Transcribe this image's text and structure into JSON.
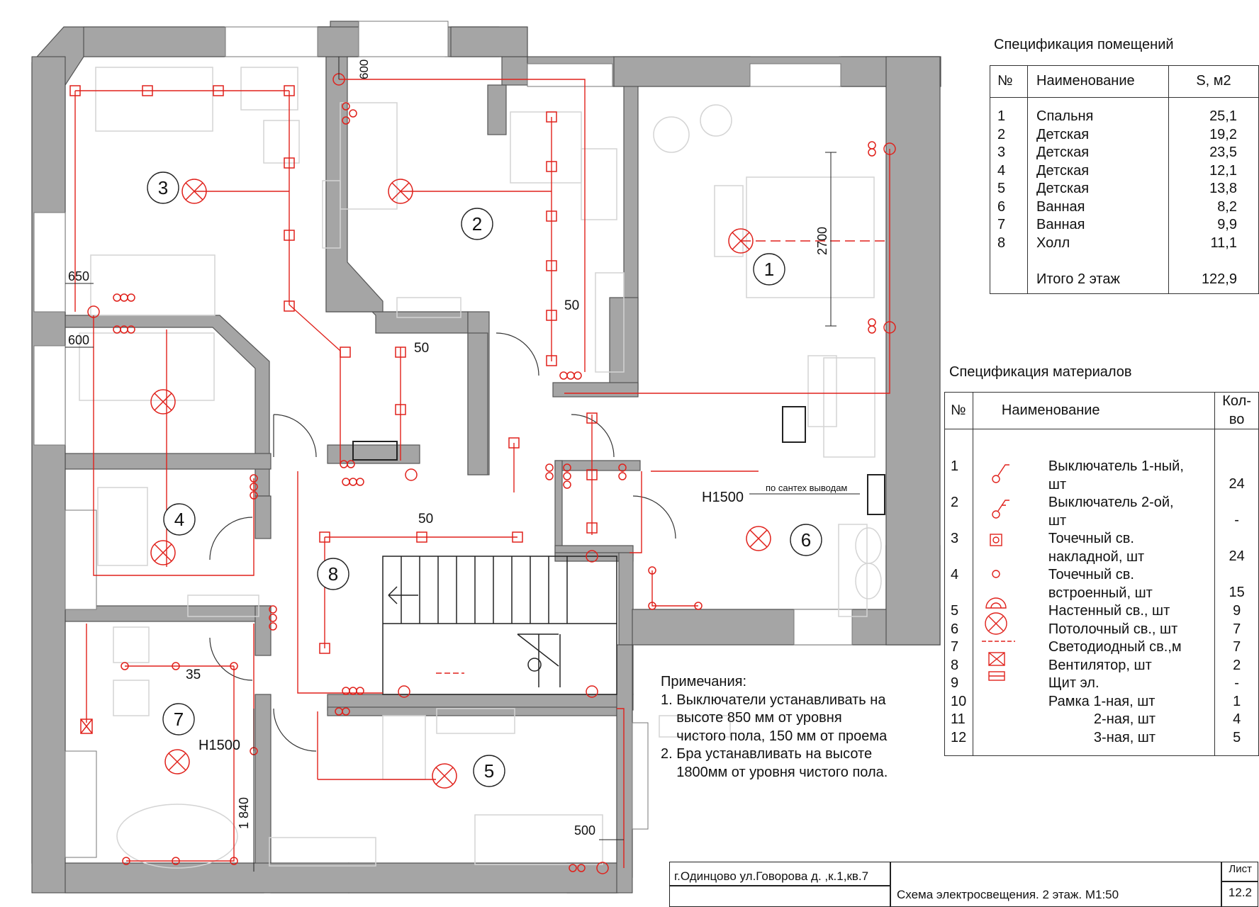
{
  "rooms_spec": {
    "title": "Спецификация помещений",
    "headers": {
      "num": "№",
      "name": "Наименование",
      "area": "S, м2"
    },
    "rows": [
      {
        "num": "1",
        "name": "Спальня",
        "area": "25,1"
      },
      {
        "num": "2",
        "name": "Детская",
        "area": "19,2"
      },
      {
        "num": "3",
        "name": "Детская",
        "area": "23,5"
      },
      {
        "num": "4",
        "name": "Детская",
        "area": "12,1"
      },
      {
        "num": "5",
        "name": "Детская",
        "area": "13,8"
      },
      {
        "num": "6",
        "name": "Ванная",
        "area": "8,2"
      },
      {
        "num": "7",
        "name": "Ванная",
        "area": "9,9"
      },
      {
        "num": "8",
        "name": "Холл",
        "area": "11,1"
      }
    ],
    "total": {
      "name": "Итого 2 этаж",
      "area": "122,9"
    }
  },
  "materials_spec": {
    "title": "Спецификация материалов",
    "headers": {
      "num": "№",
      "name": "Наименование",
      "qty": "Кол-во"
    },
    "rows": [
      {
        "num": "1",
        "name": "Выключатель 1-ный,",
        "name2": "шт",
        "qty": "24",
        "icon": "switch-1-icon"
      },
      {
        "num": "2",
        "name": "Выключатель 2-ой,",
        "name2": "шт",
        "qty": "-",
        "icon": "switch-2-icon"
      },
      {
        "num": "3",
        "name": "Точечный св.",
        "name2": "накладной,     шт",
        "qty": "24",
        "icon": "surface-spotlight-icon"
      },
      {
        "num": "4",
        "name": "Точечный св.",
        "name2": "встроенный,    шт",
        "qty": "15",
        "icon": "recessed-spotlight-icon"
      },
      {
        "num": "5",
        "name": "Настенный св., шт",
        "qty": "9",
        "icon": "wall-light-icon"
      },
      {
        "num": "6",
        "name": "Потолочный св., шт",
        "qty": "7",
        "icon": "ceiling-light-icon"
      },
      {
        "num": "7",
        "name": "Светодиодный св.,м",
        "qty": "7",
        "icon": "led-strip-icon"
      },
      {
        "num": "8",
        "name": "Вентилятор, шт",
        "qty": "2",
        "icon": "fan-icon"
      },
      {
        "num": "9",
        "name": "Щит эл.",
        "qty": "-",
        "icon": "panel-icon"
      },
      {
        "num": "10",
        "name": "Рамка 1-ная, шт",
        "qty": "1",
        "icon": ""
      },
      {
        "num": "11",
        "name": "2-ная, шт",
        "qty": "4",
        "icon": ""
      },
      {
        "num": "12",
        "name": "3-ная, шт",
        "qty": "5",
        "icon": ""
      }
    ]
  },
  "notes": {
    "heading": "Примечания:",
    "lines": [
      "1. Выключатели устанавливать на",
      "    высоте 850 мм от уровня",
      "    чистого пола, 150 мм от проема",
      "2. Бра устанавливать на высоте",
      "    1800мм от уровня чистого пола."
    ]
  },
  "title_block": {
    "address": "г.Одинцово ул.Говорова д.     ,к.1,кв.7",
    "drawing_name": "Схема электросвещения. 2 этаж. М1:50",
    "sheet_label": "Лист",
    "sheet_number": "12.2"
  },
  "plan": {
    "room_numbers": [
      "1",
      "2",
      "3",
      "4",
      "5",
      "6",
      "7",
      "8"
    ],
    "dimensions": {
      "d600_top": "600",
      "d650": "650",
      "d600_left": "600",
      "d2700": "2700",
      "d50_a": "50",
      "d50_b": "50",
      "d50_c": "50",
      "d35": "35",
      "d500": "500",
      "d1840": "1 840",
      "h1500_a": "H1500",
      "h1500_b": "H1500",
      "note_santeh": "по сантех выводам"
    }
  },
  "colors": {
    "wall": "#a5a5a5",
    "wiring": "#e0211b",
    "furniture": "#d8d8d8"
  }
}
